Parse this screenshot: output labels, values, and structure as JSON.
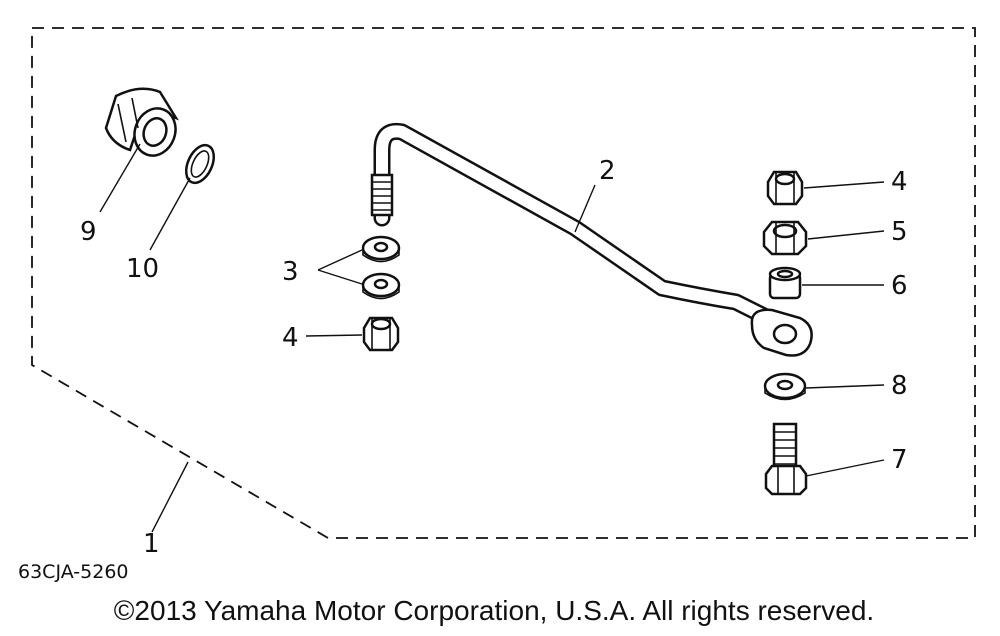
{
  "diagram": {
    "part_code": "63CJA-5260",
    "copyright": "©2013 Yamaha Motor Corporation, U.S.A. All rights reserved.",
    "callouts": {
      "c1": "1",
      "c2": "2",
      "c3": "3",
      "c4_left": "4",
      "c4_right": "4",
      "c5": "5",
      "c6": "6",
      "c7": "7",
      "c8": "8",
      "c9": "9",
      "c10": "10"
    }
  }
}
